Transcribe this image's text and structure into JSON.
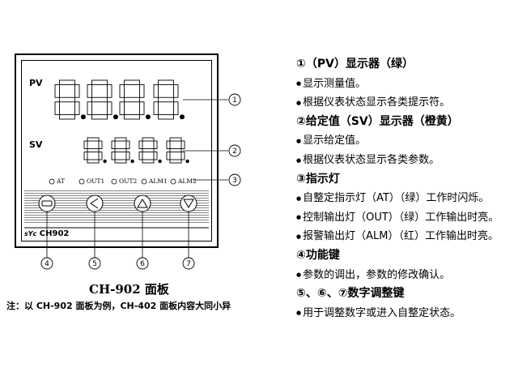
{
  "panel": {
    "pv_label": "PV",
    "sv_label": "SV",
    "indicators": [
      "AT",
      "OUT1",
      "OUT2",
      "ALM1",
      "ALM2"
    ],
    "brand": "sYc",
    "model": "CH902",
    "digit": "8",
    "callouts": [
      "1",
      "2",
      "3",
      "4",
      "5",
      "6",
      "7"
    ]
  },
  "caption": {
    "title": "CH-902 面板",
    "note": "注：以 CH-902 面板为例，CH-402 面板内容大同小异"
  },
  "legend": {
    "bullet": "●",
    "items": [
      {
        "text": "①（PV）显示器（绿）",
        "type": "head"
      },
      {
        "text": "显示测量值。",
        "type": "bullet"
      },
      {
        "text": "根据仪表状态显示各类提示符。",
        "type": "bullet"
      },
      {
        "text": "②给定值（SV）显示器（橙黄）",
        "type": "head"
      },
      {
        "text": "显示给定值。",
        "type": "bullet"
      },
      {
        "text": "根据仪表状态显示各类参数。",
        "type": "bullet"
      },
      {
        "text": "③指示灯",
        "type": "head"
      },
      {
        "text": "自整定指示灯（AT）（绿）工作时闪烁。",
        "type": "bullet"
      },
      {
        "text": "控制输出灯（OUT）（绿）工作输出时亮。",
        "type": "bullet"
      },
      {
        "text": "报警输出灯（ALM）（红）工作输出时亮。",
        "type": "bullet"
      },
      {
        "text": "④功能键",
        "type": "head"
      },
      {
        "text": "参数的调出，参数的修改确认。",
        "type": "bullet"
      },
      {
        "text": "⑤、⑥、⑦数字调整键",
        "type": "head"
      },
      {
        "text": "用于调整数字或进入自整定状态。",
        "type": "bullet"
      }
    ]
  }
}
